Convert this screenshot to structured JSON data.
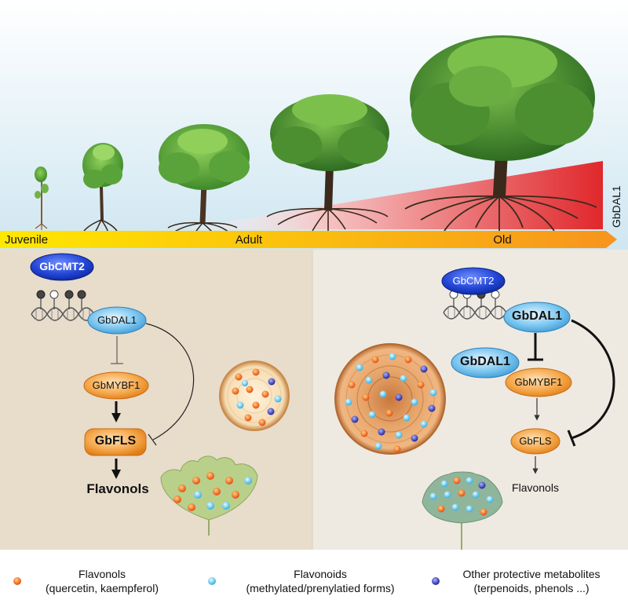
{
  "stages": [
    "Juvenile",
    "Adult",
    "Old"
  ],
  "gradient_label": "GbDAL1",
  "left_panel": {
    "methyltransferase": "GbCMT2",
    "gene": "GbDAL1",
    "tf": "GbMYBF1",
    "enzyme": "GbFLS",
    "product": "Flavonols"
  },
  "right_panel": {
    "methyltransferase": "GbCMT2",
    "gene": "GbDAL1",
    "protein": "GbDAL1",
    "tf": "GbMYBF1",
    "enzyme": "GbFLS",
    "product": "Flavonols"
  },
  "legend": [
    {
      "name": "Flavonols",
      "detail": "(quercetin, kaempferol)",
      "color": "#ef6a1d"
    },
    {
      "name": "Flavonoids",
      "detail": "(methylated/prenylatied forms)",
      "color": "#5cc6ea"
    },
    {
      "name": "Other protective metabolites",
      "detail": "(terpenoids, phenols ...)",
      "color": "#3a3ab0"
    }
  ],
  "colors": {
    "sky": "#dcecf4",
    "left_bg": "#e8dccb",
    "right_bg": "#eeeae2",
    "orange_node": "#f29a3a",
    "blue_node": "#3f9bd8",
    "dark_blue": "#1b3bbf",
    "gradient_red": "#e0282c"
  }
}
